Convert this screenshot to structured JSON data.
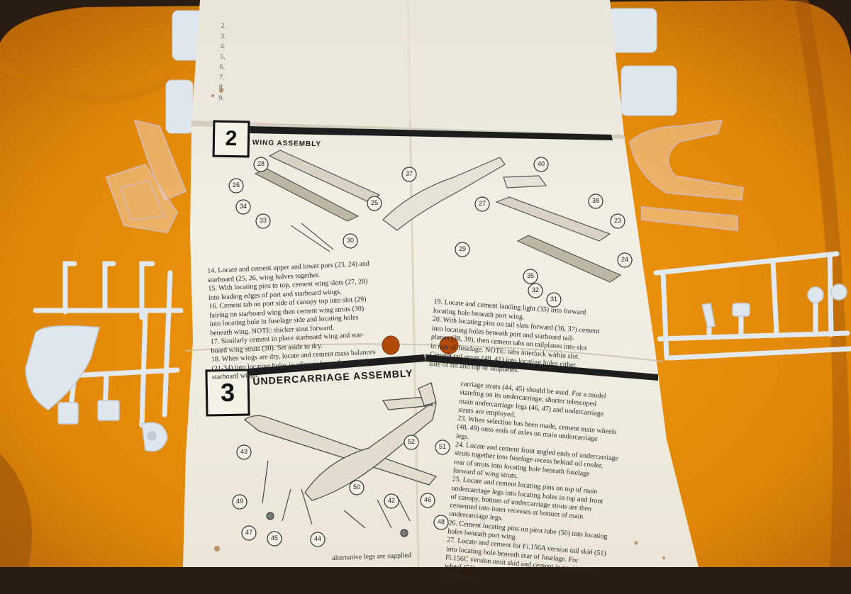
{
  "colors": {
    "background_dark": "#2a1c10",
    "cloth_orange": "#e8900e",
    "paper": "#eeeade",
    "sprue_plastic": "#dfe6ee",
    "clear_plastic": "#efe4dc",
    "ink": "#1a1a1a",
    "hole_punch": "#b0490a"
  },
  "instruction_sheet": {
    "step_2": {
      "number": "2",
      "title": "WING ASSEMBLY",
      "callouts": [
        "26",
        "28",
        "37",
        "40",
        "34",
        "25",
        "27",
        "38",
        "33",
        "30",
        "23",
        "29",
        "24",
        "35",
        "32",
        "31"
      ],
      "instructions": [
        "14.  Locate and cement upper and lower pors (23, 24) and",
        "starboard (25, 26, wing halves together.",
        "15.  With locating pins to top, cement wing slots (27, 28)",
        "into leading edges of port and starboard wings.",
        "16.  Cement tab on port side of canopy top into slot (29)",
        "fairing on starboard wing then cement wing struts (30)",
        "into locating hole in fuselage side and locating holes",
        "beneath wing. NOTE: thicker strut forward.",
        "17.  Similarly cement in place starboard wing and star-",
        "board wing struts (30). Set aside to dry.",
        "18.  When wings are dry, locate and cement mass balances",
        "(31-34) into locating holes in ailerons beneath port and",
        "starboard wings."
      ],
      "instructions_right": [
        "19.  Locate and cement landing light (35) into forward",
        "locating hole beneath port wing.",
        "20.  With locating pins on tail slats forward (36, 37) cement",
        "into locating holes beneath port and starboard tail-",
        "planes (38, 39), then cement tabs on tailplanes into slot",
        "in rear of fuselage. NOTE: tabs interlock within slot.",
        "Cement tail struts (40, 41) into locating holes either",
        "side of fin and top of tailplanes."
      ]
    },
    "step_3": {
      "number": "3",
      "title": "UNDERCARRIAGE ASSEMBLY",
      "callouts": [
        "43",
        "52",
        "51",
        "50",
        "49",
        "42",
        "46",
        "47",
        "45",
        "44",
        "48"
      ],
      "instructions": [
        "carriage struts (44, 45) should be used. For a model",
        "standing on its undercarriage, shorter telescoped",
        "main undercarriage legs (46, 47) and undercarriage",
        "struts are employed.",
        "23.  When selection has been made, cement main wheels",
        "(48, 49) onto ends of axles on main undercarriage",
        "legs.",
        "24.  Locate and cement front angled ends of undercarriage",
        "struts together into fuselage recess behind oil cooler,",
        "rear of struts into locating hole beneath fuselage",
        "forward of wing struts.",
        "25.  Locate and cement locating pins on top of main",
        "undercarriage legs into locating holes in top and front",
        "of canopy, bottom of undercarriage struts are then",
        "cemented into inner recesses at bottom of main",
        "undercarriage legs.",
        "26.  Cement locating pins on pitot tube (50) into locating",
        "holes beneath port wing.",
        "27.  Locate and cement for Fi.156A version tail skid (51)",
        "into locating hole beneath rear of fuselage. For",
        "Fi.156C version omit skid and cement in position tail",
        "wheel (52).",
        "28.  Cemen"
      ],
      "footer_text": "alternative legs are supplied"
    },
    "top_section": {
      "left_steps": [
        "2.",
        "3.",
        "4.",
        "5.",
        "6.",
        "7.",
        "8.",
        "9."
      ]
    }
  }
}
